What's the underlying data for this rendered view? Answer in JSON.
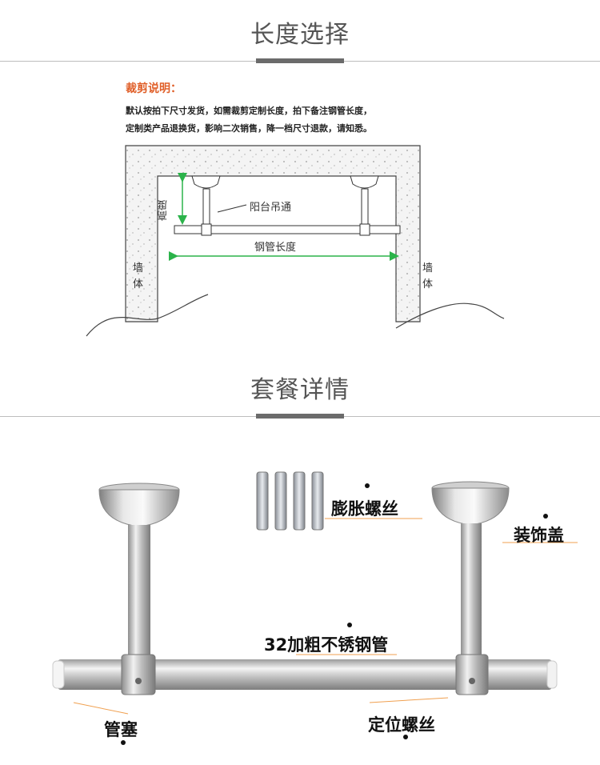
{
  "sections": {
    "length": "长度选择",
    "package": "套餐详情"
  },
  "note": {
    "title": "裁剪说明：",
    "line1": "默认按拍下尺寸发货，如需裁剪定制长度，拍下备注钢管长度，",
    "line2": "定制类产品退换货，影响二次销售，降一档尺寸退款，请知悉。"
  },
  "diagram": {
    "height_label": "高度",
    "rack_label": "阳台吊通",
    "pipe_length_label": "钢管长度",
    "wall_left": "墙体",
    "wall_right": "墙体"
  },
  "parts": {
    "expansion_screw": "膨胀螺丝",
    "decor_cap": "装饰盖",
    "steel_pipe": "32加粗不锈钢管",
    "pipe_plug": "管塞",
    "fixing_screw": "定位螺丝"
  }
}
